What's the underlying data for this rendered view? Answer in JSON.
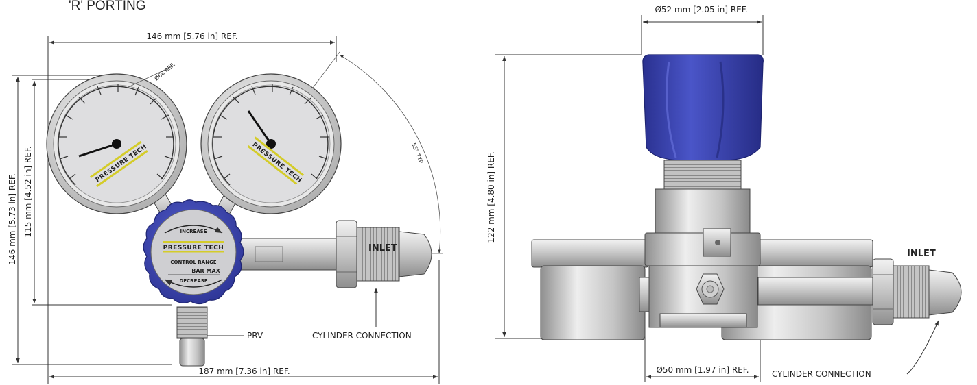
{
  "title": "'R' PORTING",
  "dimensions": {
    "front_width": "146 mm [5.76 in] REF.",
    "front_height": "146 mm [5.73 in] REF.",
    "gauge_height": "115 mm [4.52 in] REF.",
    "total_width": "187 mm [7.36 in] REF.",
    "gauge_dia": "Ø68 REF.",
    "angle": "55° TYP",
    "cap_dia": "Ø52 mm [2.05 in] REF.",
    "side_height": "122 mm [4.80 in] REF.",
    "body_dia": "Ø50 mm [1.97 in] REF."
  },
  "labels": {
    "prv": "PRV",
    "inlet_front": "INLET",
    "cylinder_front": "CYLINDER CONNECTION",
    "inlet_side": "INLET",
    "cylinder_side": "CYLINDER CONNECTION"
  },
  "knob": {
    "increase": "INCREASE",
    "brand": "PRESSURE TECH",
    "control_range": "CONTROL RANGE",
    "bar_max": "BAR MAX",
    "decrease": "DECREASE"
  },
  "gauges": {
    "brand": "PRESSURE TECH"
  },
  "colors": {
    "knob_blue": "#3f49b4",
    "steel": "#c8c8c8",
    "gauge_face": "#dedee0",
    "brand_stripe": "#d4cc2a"
  }
}
